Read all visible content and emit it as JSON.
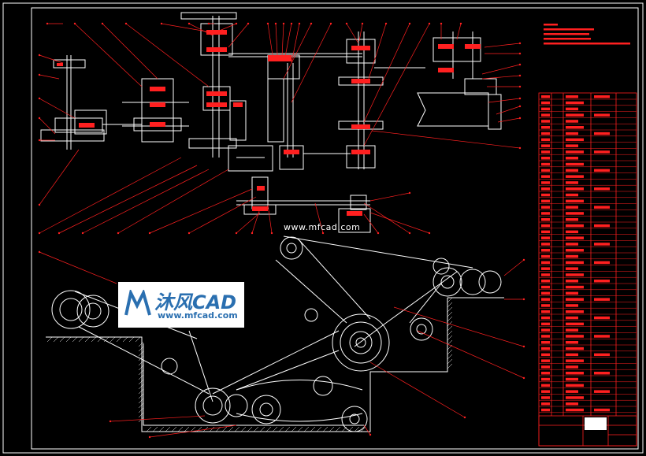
{
  "watermark": {
    "text": "www.mfcad.com"
  },
  "logo": {
    "main": "沐风CAD",
    "sub": "www.mfcad.com",
    "brand_color": "#2a6fb0"
  },
  "colors": {
    "background": "#000000",
    "line": "#ffffff",
    "leader": "#ff2020",
    "table": "#ff2020"
  }
}
